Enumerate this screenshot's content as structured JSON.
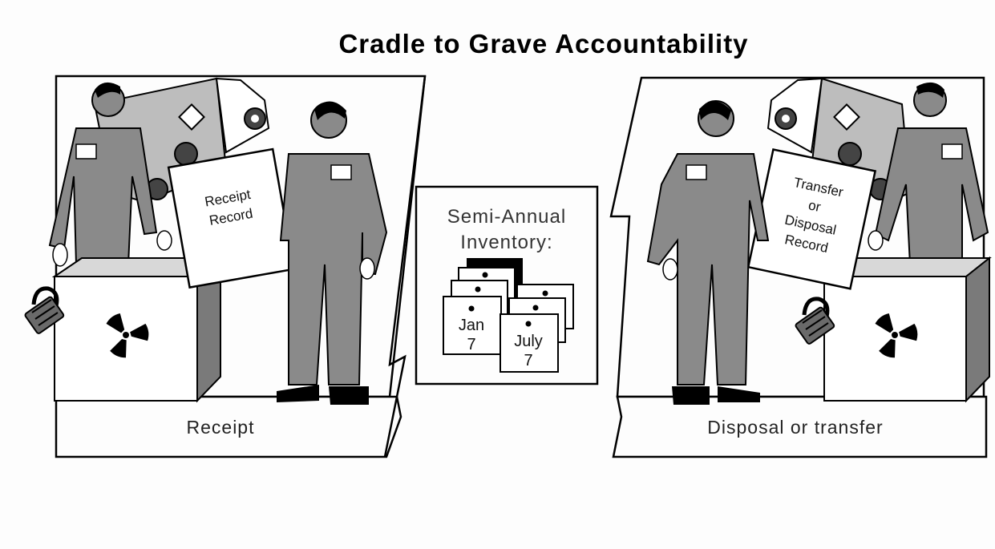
{
  "title": "Cradle to Grave Accountability",
  "left_panel": {
    "caption": "Receipt",
    "document": {
      "line1": "Receipt",
      "line2": "Record"
    },
    "symbol_icon": "radiation-icon",
    "lock_icon": "padlock-icon"
  },
  "center_panel": {
    "heading_line1": "Semi-Annual",
    "heading_line2": "Inventory:",
    "calendar_front": {
      "month": "Jan",
      "day": "7"
    },
    "calendar_back": {
      "month": "July",
      "day": "7"
    }
  },
  "right_panel": {
    "caption": "Disposal or transfer",
    "document": {
      "line1": "Transfer",
      "line2": "or",
      "line3": "Disposal",
      "line4": "Record"
    },
    "symbol_icon": "radiation-icon",
    "lock_icon": "padlock-icon"
  },
  "colors": {
    "figure_gray": "#8a8a8a",
    "truck_gray": "#bdbdbd",
    "outline": "#000000",
    "background": "#fdfdfd"
  }
}
